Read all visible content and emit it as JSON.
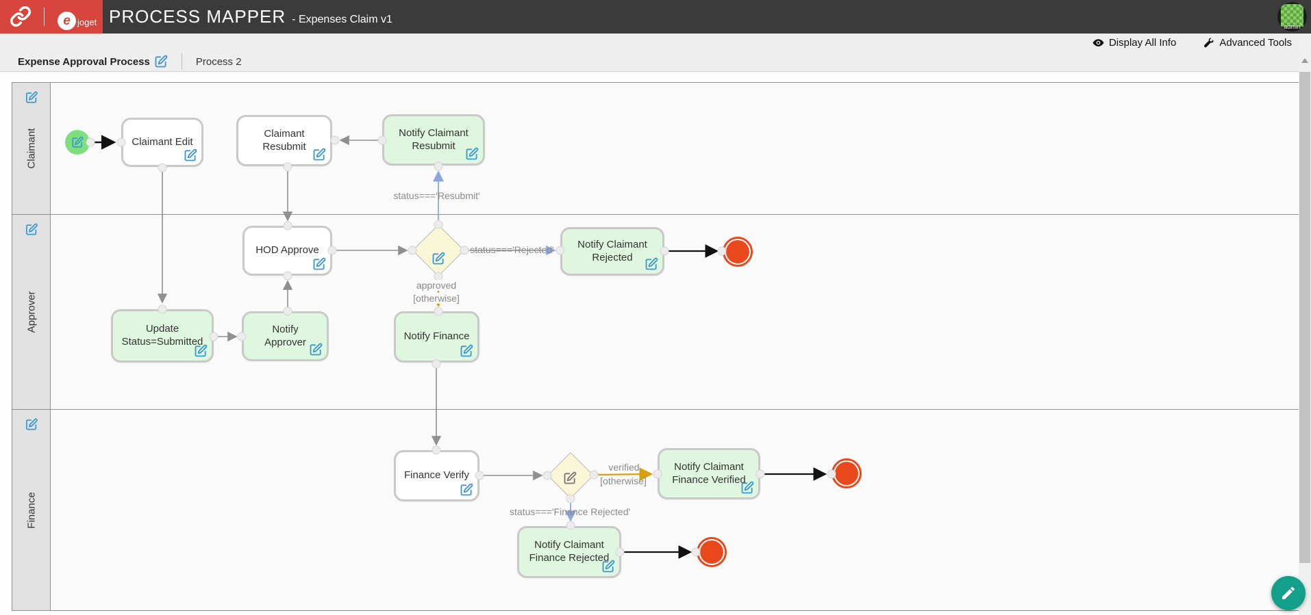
{
  "header": {
    "app_title": "PROCESS MAPPER",
    "app_subtitle": "- Expenses Claim v1",
    "brand_text": "joget",
    "brand_letter": "e",
    "avatar_label": "admin"
  },
  "toolbar": {
    "display_all_info": "Display All Info",
    "advanced_tools": "Advanced Tools"
  },
  "tabs": [
    {
      "label": "Expense Approval Process",
      "active": true
    },
    {
      "label": "Process 2",
      "active": false
    }
  ],
  "lanes": [
    {
      "label": "Claimant"
    },
    {
      "label": "Approver"
    },
    {
      "label": "Finance"
    }
  ],
  "nodes": {
    "claimant_edit": "Claimant Edit",
    "claimant_resubmit": "Claimant Resubmit",
    "notify_claimant_resubmit": "Notify Claimant Resubmit",
    "hod_approve": "HOD Approve",
    "notify_claimant_rejected": "Notify Claimant Rejected",
    "update_status_submitted": "Update Status=Submitted",
    "notify_approver": "Notify Approver",
    "notify_finance": "Notify Finance",
    "finance_verify": "Finance Verify",
    "notify_claimant_finance_verified": "Notify Claimant Finance Verified",
    "notify_claimant_finance_rejected": "Notify Claimant Finance Rejected"
  },
  "flow_labels": {
    "resubmit": "status==='Resubmit'",
    "rejected": "status==='Rejected'",
    "approved": "approved",
    "approved_otherwise": "[otherwise]",
    "verified": "verified",
    "verified_otherwise": "[otherwise]",
    "finance_rejected": "status==='Finance Rejected'"
  },
  "colors": {
    "header_red": "#d8453c",
    "header_dark": "#3b3b3b",
    "accent_blue": "#3b97d3",
    "node_green": "#def7de",
    "diamond_yellow": "#faf6d8",
    "start_green": "#7ddf7e",
    "end_red": "#e8481c",
    "flow_blue": "#8ba6e0",
    "flow_orange": "#d9a00d",
    "fab_teal": "#12a08b"
  }
}
